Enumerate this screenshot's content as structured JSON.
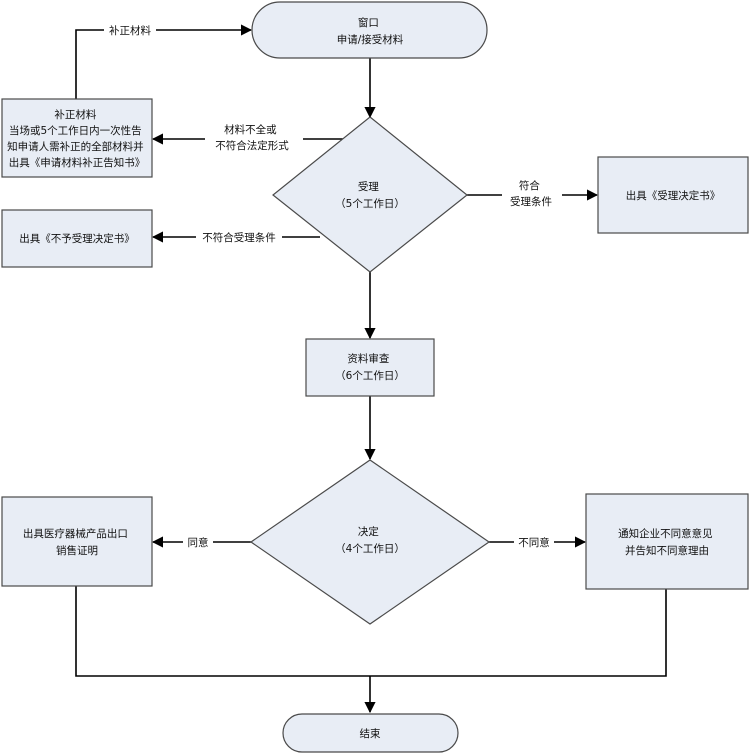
{
  "nodes": {
    "window": {
      "lines": [
        "窗口",
        "申请/接受材料"
      ]
    },
    "supplement": {
      "lines": [
        "补正材料",
        "当场或5个工作日内一次性告",
        "知申请人需补正的全部材料并",
        "出具《申请材料补正告知书》"
      ]
    },
    "accept": {
      "lines": [
        "受理",
        "（5个工作日）"
      ]
    },
    "accept_notice": {
      "lines": [
        "出具《受理决定书》"
      ]
    },
    "reject_notice": {
      "lines": [
        "出具《不予受理决定书》"
      ]
    },
    "review": {
      "lines": [
        "资料审查",
        "（6个工作日）"
      ]
    },
    "decision": {
      "lines": [
        "决定",
        "（4个工作日）"
      ]
    },
    "certificate": {
      "lines": [
        "出具医疗器械产品出口",
        "销售证明"
      ]
    },
    "notify_disagree": {
      "lines": [
        "通知企业不同意意见",
        "并告知不同意理由"
      ]
    },
    "end": {
      "lines": [
        "结束"
      ]
    }
  },
  "edges": {
    "supplement_back": {
      "lines": [
        "补正材料"
      ]
    },
    "incomplete": {
      "lines": [
        "材料不全或",
        "不符合法定形式"
      ]
    },
    "meets": {
      "lines": [
        "符合",
        "受理条件"
      ]
    },
    "not_meets": {
      "lines": [
        "不符合受理条件"
      ]
    },
    "agree": {
      "lines": [
        "同意"
      ]
    },
    "disagree": {
      "lines": [
        "不同意"
      ]
    }
  }
}
